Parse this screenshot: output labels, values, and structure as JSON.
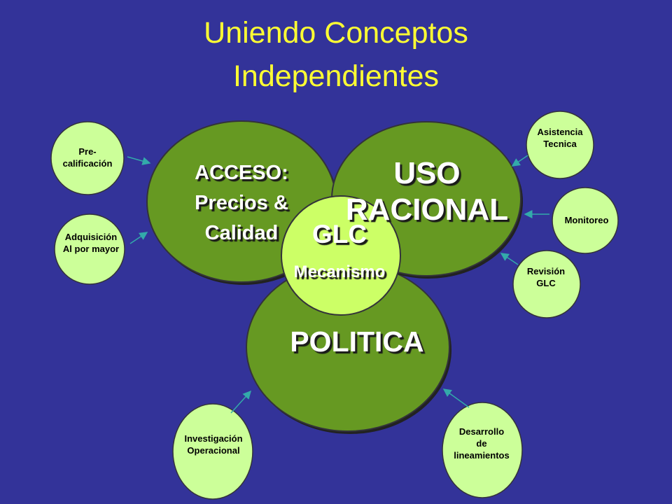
{
  "title": {
    "line1": "Uniendo Conceptos",
    "line2": "Independientes"
  },
  "main_circles": {
    "acceso": [
      "ACCESO:",
      "Precios &",
      "Calidad"
    ],
    "uso": [
      "USO",
      "RACIONAL"
    ],
    "politica": "POLITICA"
  },
  "center": {
    "title": "GLC",
    "subtitle": "Mecanismo"
  },
  "nodes": {
    "precalificacion": "Pre-\ncalificación",
    "adquisicion": "Adquisición\nAl por mayor",
    "asistencia": "Asistencia\nTecnica",
    "monitoreo": "Monitoreo",
    "revision": "Revisión\nGLC",
    "investigacion": "Investigación\nOperacional",
    "desarrollo": "Desarrollo\nde\nlineamientos"
  },
  "colors": {
    "background": "#333399",
    "title": "#ffff33",
    "main_circle": "#669922",
    "center_circle": "#ccff66",
    "node_circle": "#ccff99",
    "arrow": "#33aaaa"
  }
}
